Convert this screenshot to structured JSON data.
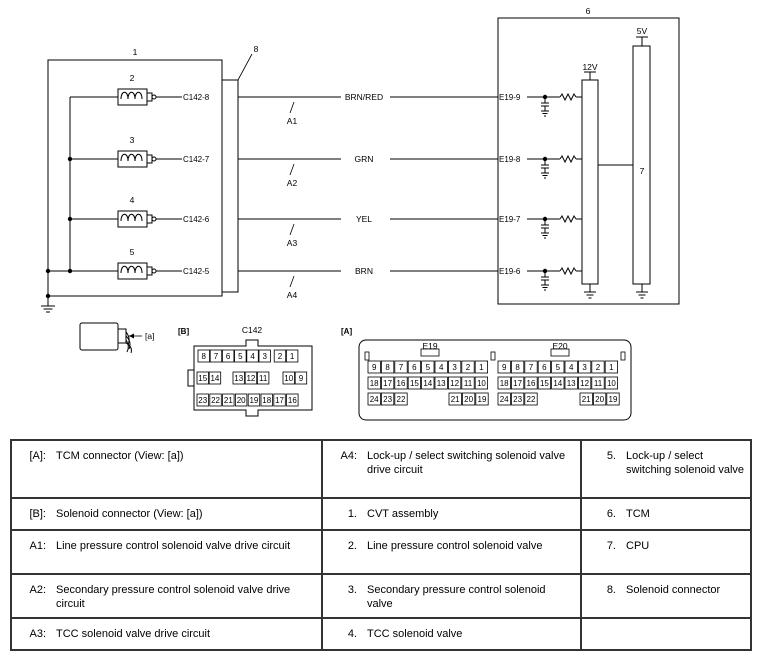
{
  "schematic": {
    "cvt_number": "1",
    "tcm_number": "6",
    "cpu_number": "7",
    "connector_number": "8",
    "supply_12v": "12V",
    "supply_5v": "5V",
    "circuits": [
      {
        "solenoid_number": "2",
        "solenoid_pin": "C142-8",
        "circuit_id": "A1",
        "wire_color": "BRN/RED",
        "tcm_pin": "E19-9"
      },
      {
        "solenoid_number": "3",
        "solenoid_pin": "C142-7",
        "circuit_id": "A2",
        "wire_color": "GRN",
        "tcm_pin": "E19-8"
      },
      {
        "solenoid_number": "4",
        "solenoid_pin": "C142-6",
        "circuit_id": "A3",
        "wire_color": "YEL",
        "tcm_pin": "E19-7"
      },
      {
        "solenoid_number": "5",
        "solenoid_pin": "C142-5",
        "circuit_id": "A4",
        "wire_color": "BRN",
        "tcm_pin": "E19-6"
      }
    ]
  },
  "view_icon": {
    "label": "[a]"
  },
  "solenoid_connector": {
    "tag": "[B]",
    "name": "C142",
    "rows": [
      [
        "8",
        "7",
        "6",
        "5",
        "4",
        "3",
        "2",
        "1"
      ],
      [
        "15",
        "14",
        "13",
        "12",
        "11",
        "10",
        "9"
      ],
      [
        "23",
        "22",
        "21",
        "20",
        "19",
        "18",
        "17",
        "16"
      ]
    ]
  },
  "tcm_connector": {
    "tag": "[A]",
    "left_name": "E19",
    "right_name": "E20",
    "left_rows": [
      [
        "9",
        "8",
        "7",
        "6",
        "5",
        "4",
        "3",
        "2",
        "1"
      ],
      [
        "18",
        "17",
        "16",
        "15",
        "14",
        "13",
        "12",
        "11",
        "10"
      ],
      [
        "24",
        "23",
        "22",
        "21",
        "20",
        "19"
      ]
    ],
    "right_rows": [
      [
        "9",
        "8",
        "7",
        "6",
        "5",
        "4",
        "3",
        "2",
        "1"
      ],
      [
        "18",
        "17",
        "16",
        "15",
        "14",
        "13",
        "12",
        "11",
        "10"
      ],
      [
        "24",
        "23",
        "22",
        "21",
        "20",
        "19"
      ]
    ]
  },
  "legend": {
    "rows": [
      [
        {
          "code": "[A]:",
          "text": "TCM connector (View: [a])"
        },
        {
          "code": "A4:",
          "text": "Lock-up / select switching solenoid valve drive circuit"
        },
        {
          "code": "5.",
          "text": "Lock-up / select switching solenoid valve"
        }
      ],
      [
        {
          "code": "[B]:",
          "text": "Solenoid connector (View: [a])"
        },
        {
          "code": "1.",
          "text": "CVT assembly"
        },
        {
          "code": "6.",
          "text": "TCM"
        }
      ],
      [
        {
          "code": "A1:",
          "text": "Line pressure control solenoid valve drive circuit"
        },
        {
          "code": "2.",
          "text": "Line pressure control solenoid valve"
        },
        {
          "code": "7.",
          "text": "CPU"
        }
      ],
      [
        {
          "code": "A2:",
          "text": "Secondary pressure control solenoid valve drive circuit"
        },
        {
          "code": "3.",
          "text": "Secondary pressure control solenoid valve"
        },
        {
          "code": "8.",
          "text": "Solenoid connector"
        }
      ],
      [
        {
          "code": "A3:",
          "text": "TCC solenoid valve drive circuit"
        },
        {
          "code": "4.",
          "text": "TCC solenoid valve"
        },
        {
          "code": "",
          "text": ""
        }
      ]
    ]
  }
}
